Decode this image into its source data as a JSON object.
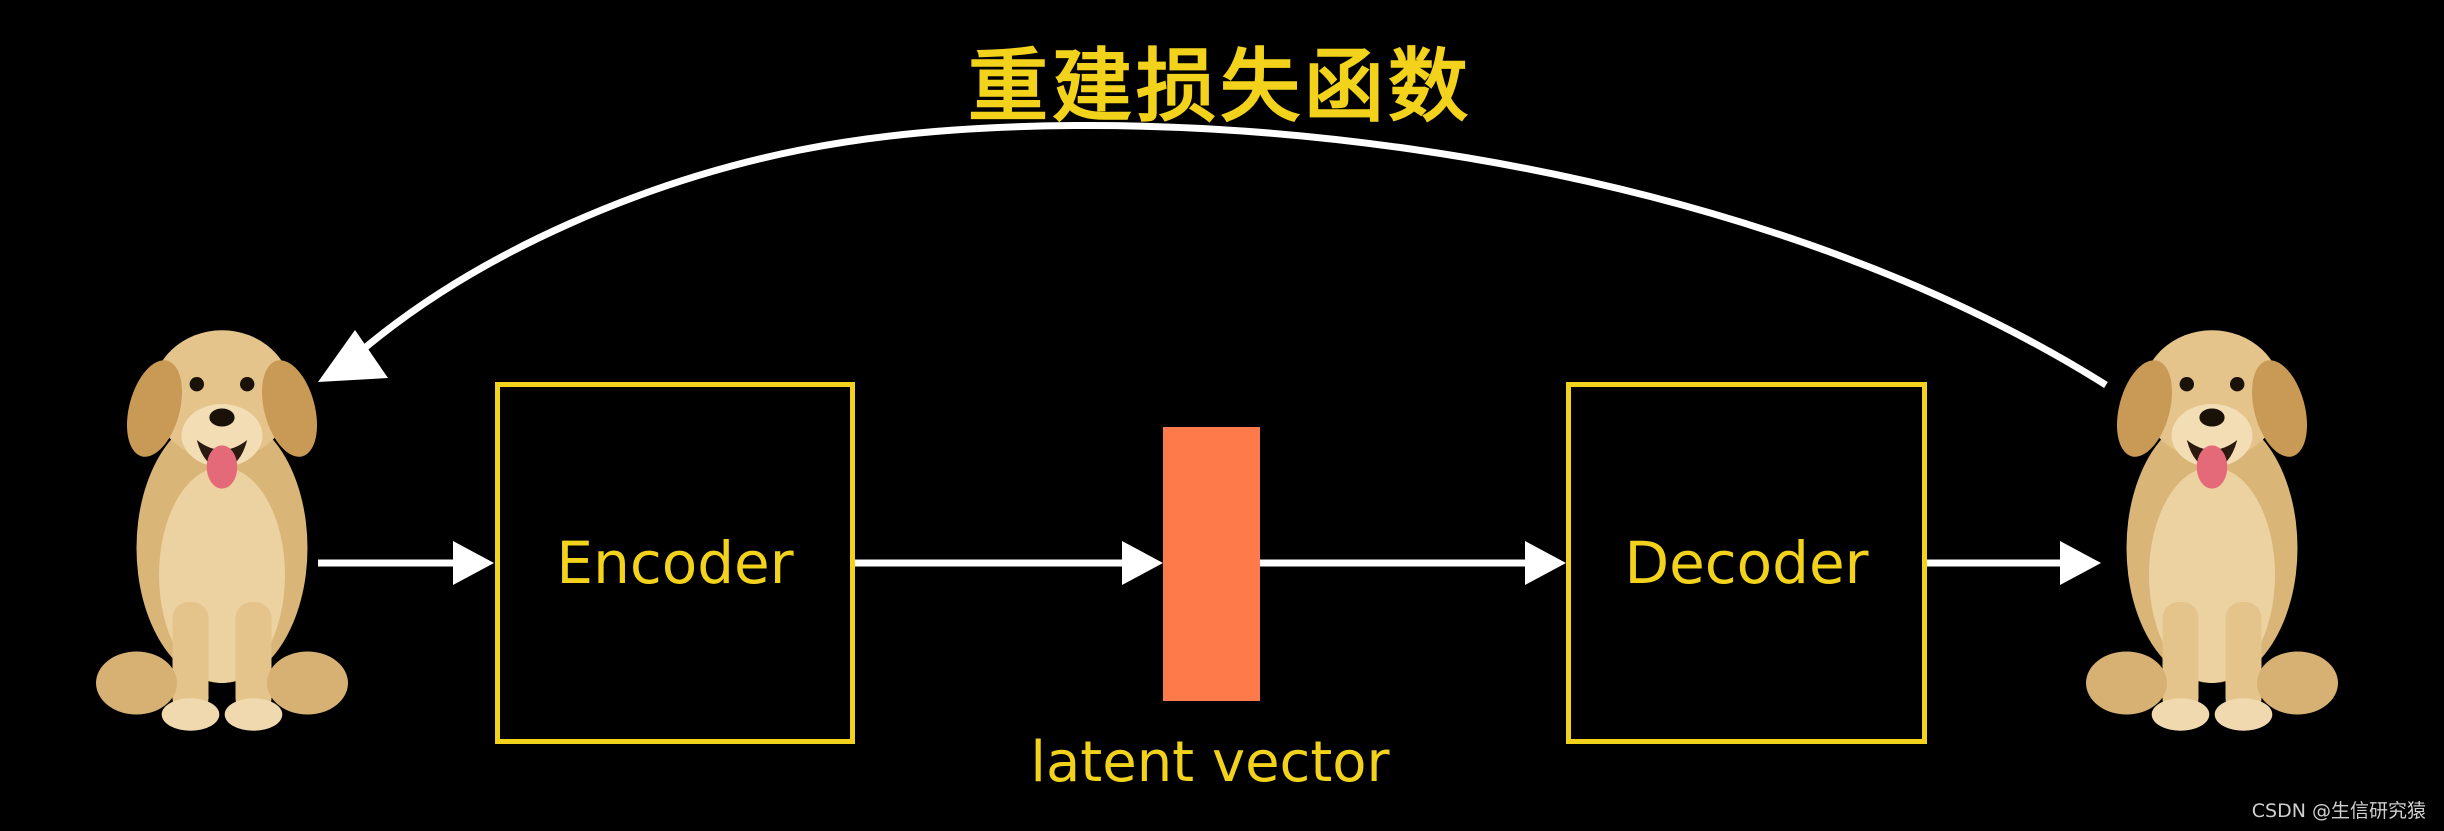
{
  "title": "重建损失函数",
  "encoder": {
    "label": "Encoder"
  },
  "decoder": {
    "label": "Decoder"
  },
  "latent": {
    "label": "latent vector"
  },
  "watermark": "CSDN @生信研究猿",
  "colors": {
    "background": "#000000",
    "box_border": "#F2D21A",
    "text": "#F2D21A",
    "latent_vector": "#FF7A4A",
    "arrows": "#FFFFFF"
  },
  "icons": {
    "input_image": "puppy-icon",
    "output_image": "puppy-icon"
  }
}
